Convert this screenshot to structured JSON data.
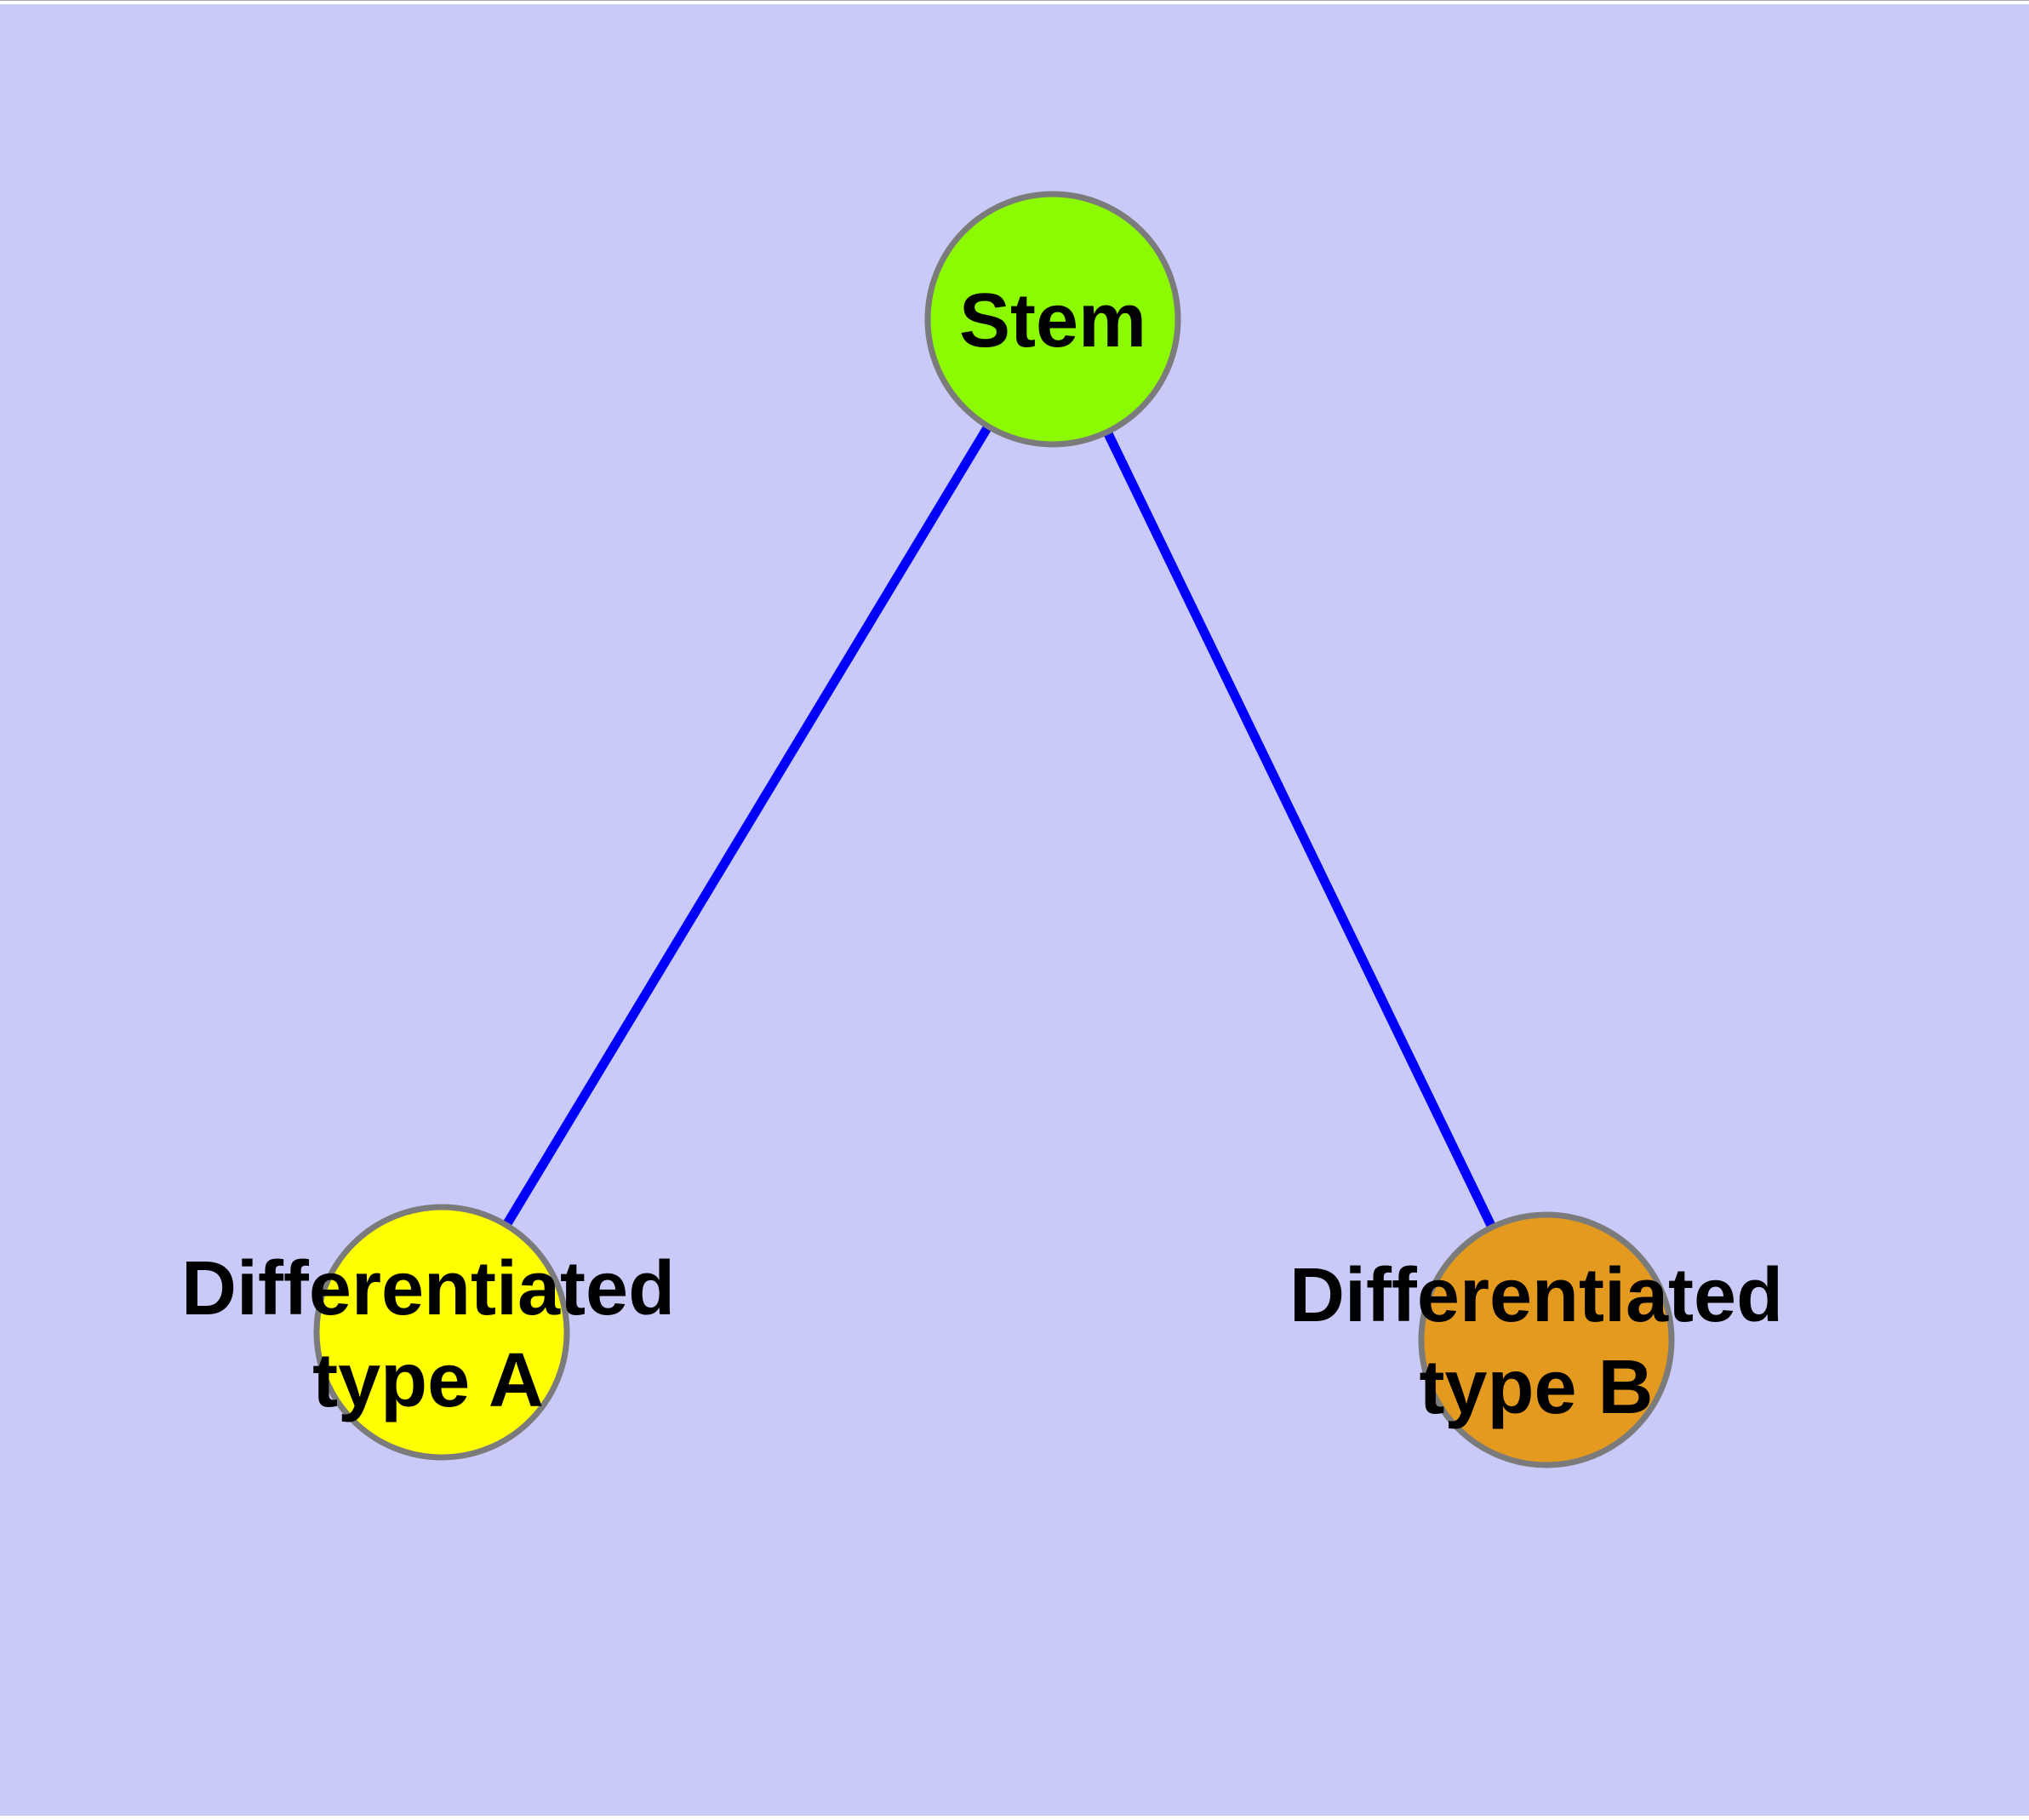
{
  "diagram": {
    "colors": {
      "background": "#CACAF8",
      "edge": "#0000FA",
      "node_border": "#7B7B7B",
      "page_margin": "#FFFFFF",
      "top_line": "#A9A9A9",
      "label_text": "#000000"
    },
    "nodes": [
      {
        "id": "stem",
        "label_lines": [
          "Stem"
        ],
        "color": "#8CFA00"
      },
      {
        "id": "differentiated-type-a",
        "label_lines": [
          "Differentiated",
          "type A"
        ],
        "color": "#FFFF00"
      },
      {
        "id": "differentiated-type-b",
        "label_lines": [
          "Differentiated",
          "type B"
        ],
        "color": "#E49A1F"
      }
    ],
    "edges": [
      {
        "from": "stem",
        "to": "differentiated-type-a"
      },
      {
        "from": "stem",
        "to": "differentiated-type-b"
      }
    ]
  }
}
